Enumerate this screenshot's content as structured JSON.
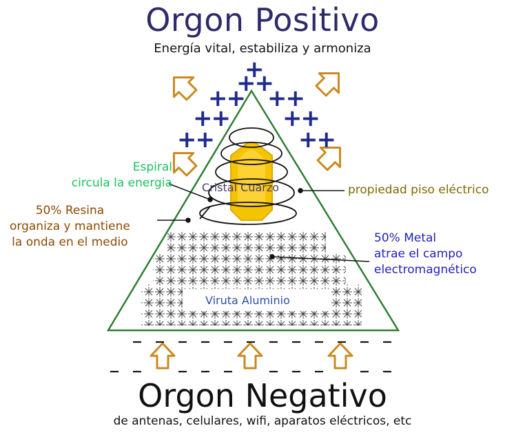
{
  "top": {
    "title": "Orgon Positivo",
    "subtitle": "Energía vital, estabiliza y armoniza"
  },
  "bottom": {
    "title": "Orgon Negativo",
    "subtitle": "de antenas, celulares, wifi, aparatos eléctricos, etc"
  },
  "plus_signs": [
    "+",
    "++",
    "++",
    "++",
    "++",
    "++",
    "++",
    "++"
  ],
  "pyramid_labels": {
    "crystal": "Cristal Cuarzo",
    "aluminum": "Viruta Aluminio"
  },
  "callouts": {
    "spiral": [
      "Espiral",
      "circula la energia"
    ],
    "resin": [
      "50% Resina",
      "organiza y mantiene",
      "la onda en el medio"
    ],
    "piezo": "propiedad piso eléctrico",
    "metal": [
      "50% Metal",
      "atrae el campo",
      "electromagnético"
    ]
  },
  "negative_dashes": "-  -  -  -  -  -  -  -  -  -  -  -  -  -  -  -",
  "colors": {
    "title_top": "#2e2a6b",
    "plus": "#1e2a8c",
    "pyramid_outline": "#2e7d32",
    "crystal_fill": "#f5c400",
    "arrow_outline": "#c98a1e",
    "spiral_label": "#19c25a",
    "resin_label": "#8a4a00",
    "piezo_label": "#7a6a00",
    "metal_label": "#1f1fb8"
  }
}
